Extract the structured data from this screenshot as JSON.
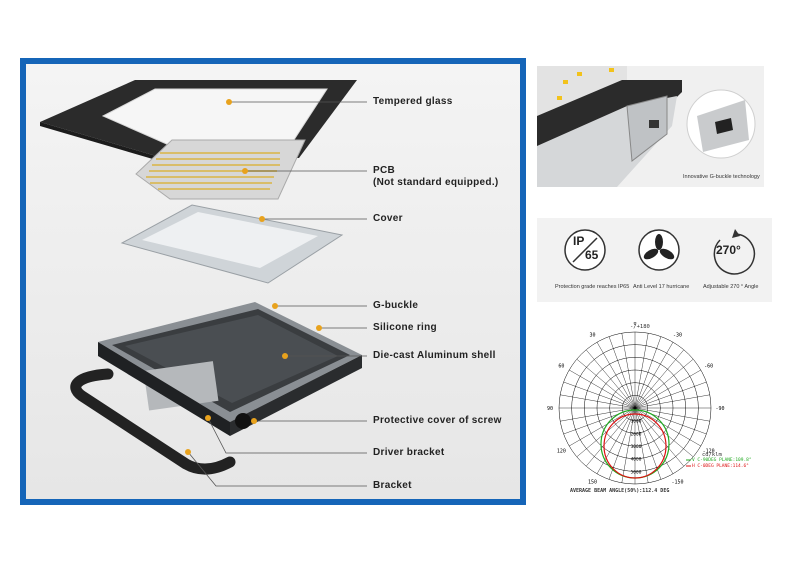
{
  "parts": [
    {
      "id": "tempered-glass",
      "label": "Tempered glass"
    },
    {
      "id": "pcb",
      "label": "PCB",
      "note": "(Not standard equipped.)"
    },
    {
      "id": "cover",
      "label": "Cover"
    },
    {
      "id": "g-buckle",
      "label": "G-buckle"
    },
    {
      "id": "silicone-ring",
      "label": "Silicone ring"
    },
    {
      "id": "die-cast-shell",
      "label": "Die-cast  Aluminum shell"
    },
    {
      "id": "screw-cover",
      "label": "Protective cover of screw"
    },
    {
      "id": "driver-bracket",
      "label": "Driver bracket"
    },
    {
      "id": "bracket",
      "label": "Bracket"
    }
  ],
  "gbuckle_panel": {
    "caption": "Innovative G-buckle technology"
  },
  "features": {
    "ip": {
      "badge_top": "IP",
      "badge_bottom": "65",
      "caption": "Protection grade reaches IP65"
    },
    "wind": {
      "caption": "Anti Level 17 hurricane"
    },
    "angle": {
      "badge": "270°",
      "caption": "Adjustable 270 ° Angle"
    }
  },
  "polar": {
    "top_label": "-/+180",
    "angle_labels": [
      "-150",
      "150",
      "-120",
      "120",
      "-90",
      "90",
      "-60",
      "60",
      "-30",
      "30",
      "0"
    ],
    "radial_ticks": [
      "1000",
      "2000",
      "3000",
      "4000",
      "5000"
    ],
    "unit": "cd/klm",
    "legend": [
      "V C-90DEG PLANE:109.8°",
      "H C-0DEG PLANE:114.6°"
    ],
    "footer": "AVERAGE BEAM ANGLE(50%):112.4 DEG",
    "colors": {
      "green": "#22aa22",
      "red": "#dd1111"
    }
  }
}
